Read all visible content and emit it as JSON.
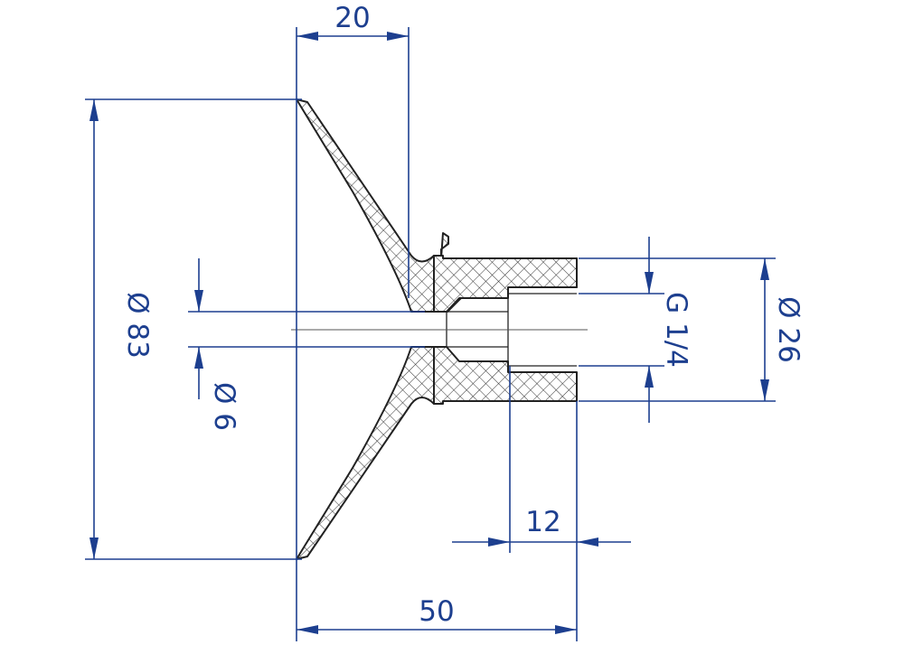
{
  "dimensions": {
    "width_top": "20",
    "diameter_outer": "Ø 83",
    "diameter_hole": "Ø 6",
    "thread": "G 1/4",
    "diameter_hub": "Ø 26",
    "thread_depth": "12",
    "length_total": "50"
  },
  "colors": {
    "dimension": "#1d3f8f",
    "outline": "#222222"
  }
}
